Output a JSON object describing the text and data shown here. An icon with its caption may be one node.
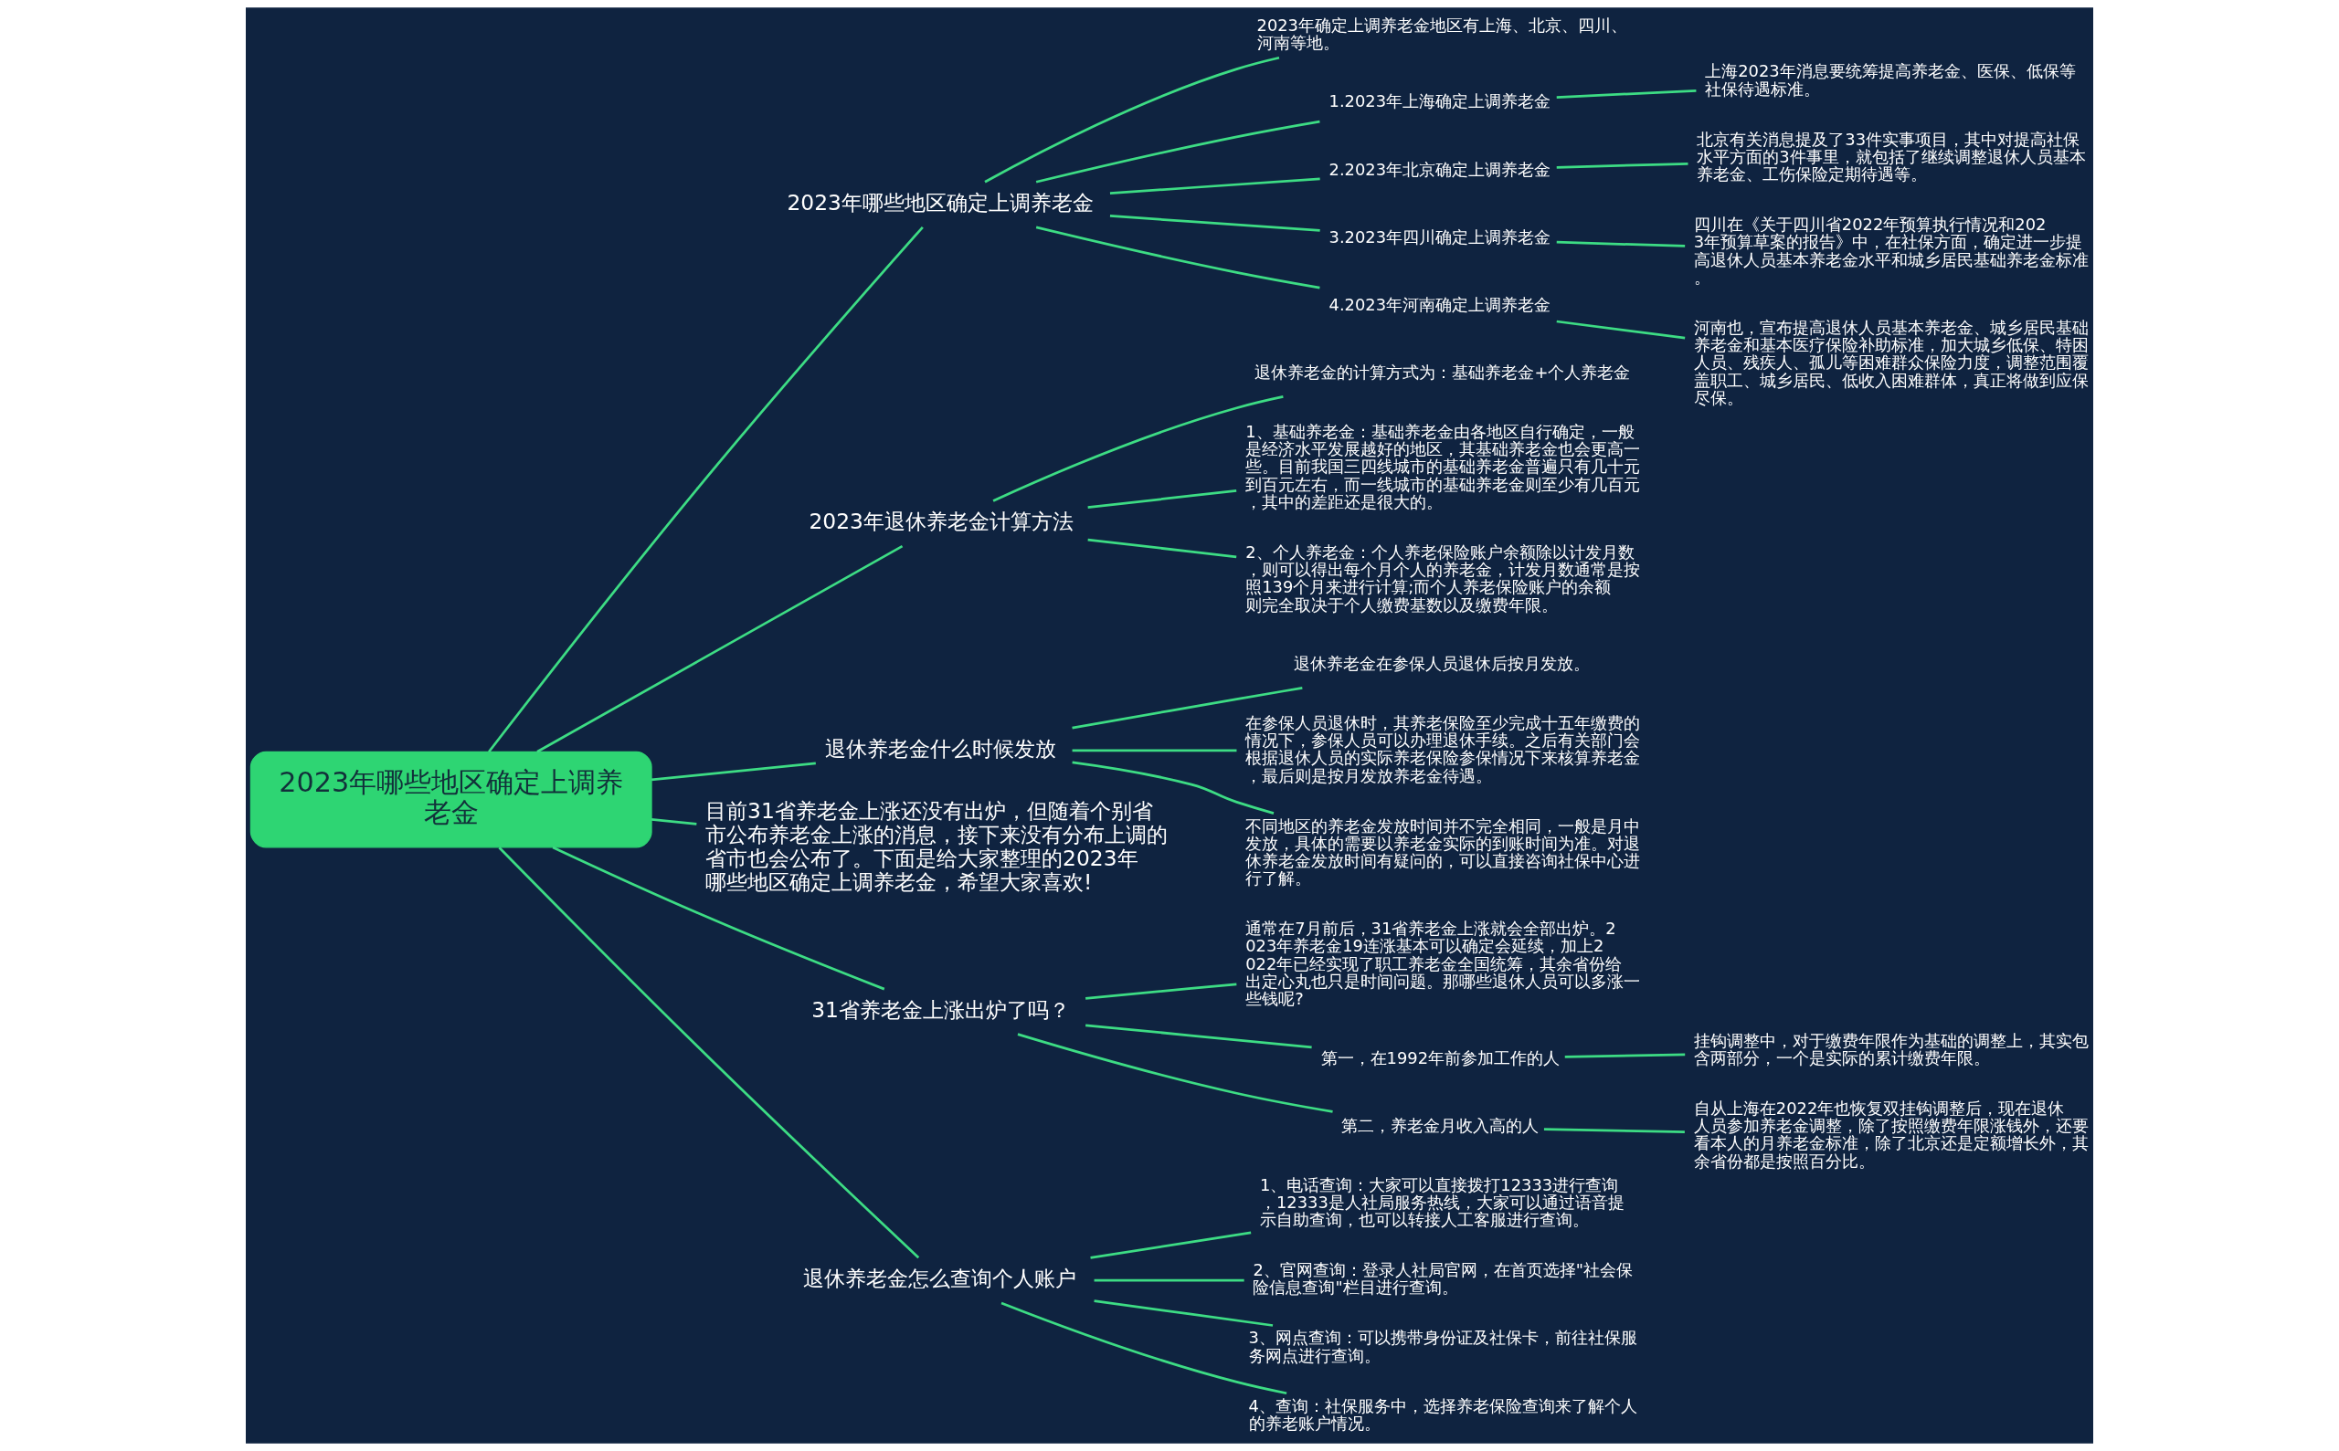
{
  "diagram": {
    "nodes": [
      {
        "text": [
          "2023年哪些地区确定上调养老金"
        ]
      },
      {
        "text": [
          "2023年哪些地区确定上调养老金"
        ]
      },
      {
        "text": [
          "2023年确定上调养老金地区有上海、北京、四川、河南等地。"
        ]
      },
      {
        "text": [
          "1.2023年上海确定上调养老金"
        ]
      },
      {
        "text": [
          "上海2023年消息要统筹提高养老金、医保、低保等社保待遇标准。"
        ]
      },
      {
        "text": [
          "2.2023年北京确定上调养老金"
        ]
      },
      {
        "text": [
          "北京有关消息提及了33件实事项目，其中对提高社保水平方面的3件事里，就包括了继续调整退休人员基本养老金、工伤保险定期待遇等。"
        ]
      },
      {
        "text": [
          "3.2023年四川确定上调养老金"
        ]
      },
      {
        "text": [
          "四川在《关于四川省2022年预算执行情况和2023年预算草案的报告》中，在社保方面，确定进一步提高退休人员基本养老金水平和城乡居民基础养老金标准。"
        ]
      },
      {
        "text": [
          "4.2023年河南确定上调养老金"
        ]
      },
      {
        "text": [
          "河南也，宣布提高退休人员基本养老金、城乡居民基础养老金和基本医疗保险补助标准，加大城乡低保、特困人员、残疾人、孤儿等困难群众保险力度，调整范围覆盖职工、城乡居民、低收入困难群体，真正将做到应保尽保。"
        ]
      },
      {
        "text": [
          "2023年退休养老金计算方法"
        ]
      },
      {
        "text": [
          "退休养老金的计算方式为：基础养老金+个人养老金"
        ]
      },
      {
        "text": [
          "1、基础养老金：基础养老金由各地区自行确定，一般是经济水平发展越好的地区，其基础养老金也会更高一些。目前我国三四线城市的基础养老金普遍只有几十元到百元左右，而一线城市的基础养老金则至少有几百元，其中的差距还是很大的。"
        ]
      },
      {
        "text": [
          "2、个人养老金：个人养老保险账户余额除以计发月数，则可以得出每个月个人的养老金，计发月数通常是按照139个月来进行计算;而个人养老保险账户的余额则完全取决于个人缴费基数以及缴费年限。"
        ]
      },
      {
        "text": [
          "退休养老金什么时候发放"
        ]
      },
      {
        "text": [
          "退休养老金在参保人员退休后按月发放。"
        ]
      },
      {
        "text": [
          "在参保人员退休时，其养老保险至少完成十五年缴费的情况下，参保人员可以办理退休手续。之后有关部门会根据退休人员的实际养老保险参保情况下来核算养老金，最后则是按月发放养老金待遇。"
        ]
      },
      {
        "text": [
          "不同地区的养老金发放时间并不完全相同，一般是月中发放，具体的需要以养老金实际的到账时间为准。对退休养老金发放时间有疑问的，可以直接咨询社保中心进行了解。"
        ]
      },
      {
        "text": [
          "目前31省养老金上涨还没有出炉，但随着个别省市公布养老金上涨的消息，接下来没有分布上调的省市也会公布了。下面是给大家整理的2023年哪些地区确定上调养老金，希望大家喜欢!"
        ]
      },
      {
        "text": [
          "31省养老金上涨出炉了吗？"
        ]
      },
      {
        "text": [
          "通常在7月前后，31省养老金上涨就会全部出炉。2023年养老金19连涨基本可以确定会延续，加上2022年已经实现了职工养老金全国统筹，其余省份给出定心丸也只是时间问题。那哪些退休人员可以多涨一些钱呢?"
        ]
      },
      {
        "text": [
          "第一，在1992年前参加工作的人"
        ]
      },
      {
        "text": [
          "挂钩调整中，对于缴费年限作为基础的调整上，其实包含两部分，一个是实际的累计缴费年限。"
        ]
      },
      {
        "text": [
          "第二，养老金月收入高的人"
        ]
      },
      {
        "text": [
          "自从上海在2022年也恢复双挂钩调整后，现在退休人员参加养老金调整，除了按照缴费年限涨钱外，还要看本人的月养老金标准，除了北京还是定额增长外，其余省份都是按照百分比。"
        ]
      },
      {
        "text": [
          "退休养老金怎么查询个人账户"
        ]
      },
      {
        "text": [
          "1、电话查询：大家可以直接拨打12333进行查询，12333是人社局服务热线，大家可以通过语音提示自助查询，也可以转接人工客服进行查询。"
        ]
      },
      {
        "text": [
          "2、官网查询：登录人社局官网，在首页选择\"社会保险信息查询\"栏目进行查询。"
        ]
      },
      {
        "text": [
          "3、网点查询：可以携带身份证及社保卡，前往社保服务网点进行查询。"
        ]
      },
      {
        "text": [
          "4、查询：社保服务中，选择养老保险查询来了解个人的养老账户情况。"
        ]
      }
    ],
    "edges": [
      {
        "from": 0,
        "to": 1,
        "arrow": "none"
      },
      {
        "from": 1,
        "to": 2,
        "arrow": "none"
      },
      {
        "from": 1,
        "to": 3,
        "arrow": "none"
      },
      {
        "from": 3,
        "to": 4,
        "arrow": "none"
      },
      {
        "from": 1,
        "to": 5,
        "arrow": "none"
      },
      {
        "from": 5,
        "to": 6,
        "arrow": "none"
      },
      {
        "from": 1,
        "to": 7,
        "arrow": "none"
      },
      {
        "from": 7,
        "to": 8,
        "arrow": "none"
      },
      {
        "from": 1,
        "to": 9,
        "arrow": "none"
      },
      {
        "from": 9,
        "to": 10,
        "arrow": "none"
      },
      {
        "from": 0,
        "to": 11,
        "arrow": "none"
      },
      {
        "from": 11,
        "to": 12,
        "arrow": "none"
      },
      {
        "from": 11,
        "to": 13,
        "arrow": "none"
      },
      {
        "from": 11,
        "to": 14,
        "arrow": "none"
      },
      {
        "from": 0,
        "to": 15,
        "arrow": "none"
      },
      {
        "from": 15,
        "to": 16,
        "arrow": "none"
      },
      {
        "from": 15,
        "to": 17,
        "arrow": "none"
      },
      {
        "from": 15,
        "to": 18,
        "arrow": "none"
      },
      {
        "from": 0,
        "to": 19,
        "arrow": "none"
      },
      {
        "from": 0,
        "to": 20,
        "arrow": "none"
      },
      {
        "from": 20,
        "to": 21,
        "arrow": "none"
      },
      {
        "from": 20,
        "to": 22,
        "arrow": "none"
      },
      {
        "from": 22,
        "to": 23,
        "arrow": "none"
      },
      {
        "from": 20,
        "to": 24,
        "arrow": "none"
      },
      {
        "from": 24,
        "to": 25,
        "arrow": "none"
      },
      {
        "from": 0,
        "to": 26,
        "arrow": "none"
      },
      {
        "from": 26,
        "to": 27,
        "arrow": "none"
      },
      {
        "from": 26,
        "to": 28,
        "arrow": "none"
      },
      {
        "from": 26,
        "to": 29,
        "arrow": "none"
      },
      {
        "from": 26,
        "to": 30,
        "arrow": "none"
      }
    ]
  }
}
